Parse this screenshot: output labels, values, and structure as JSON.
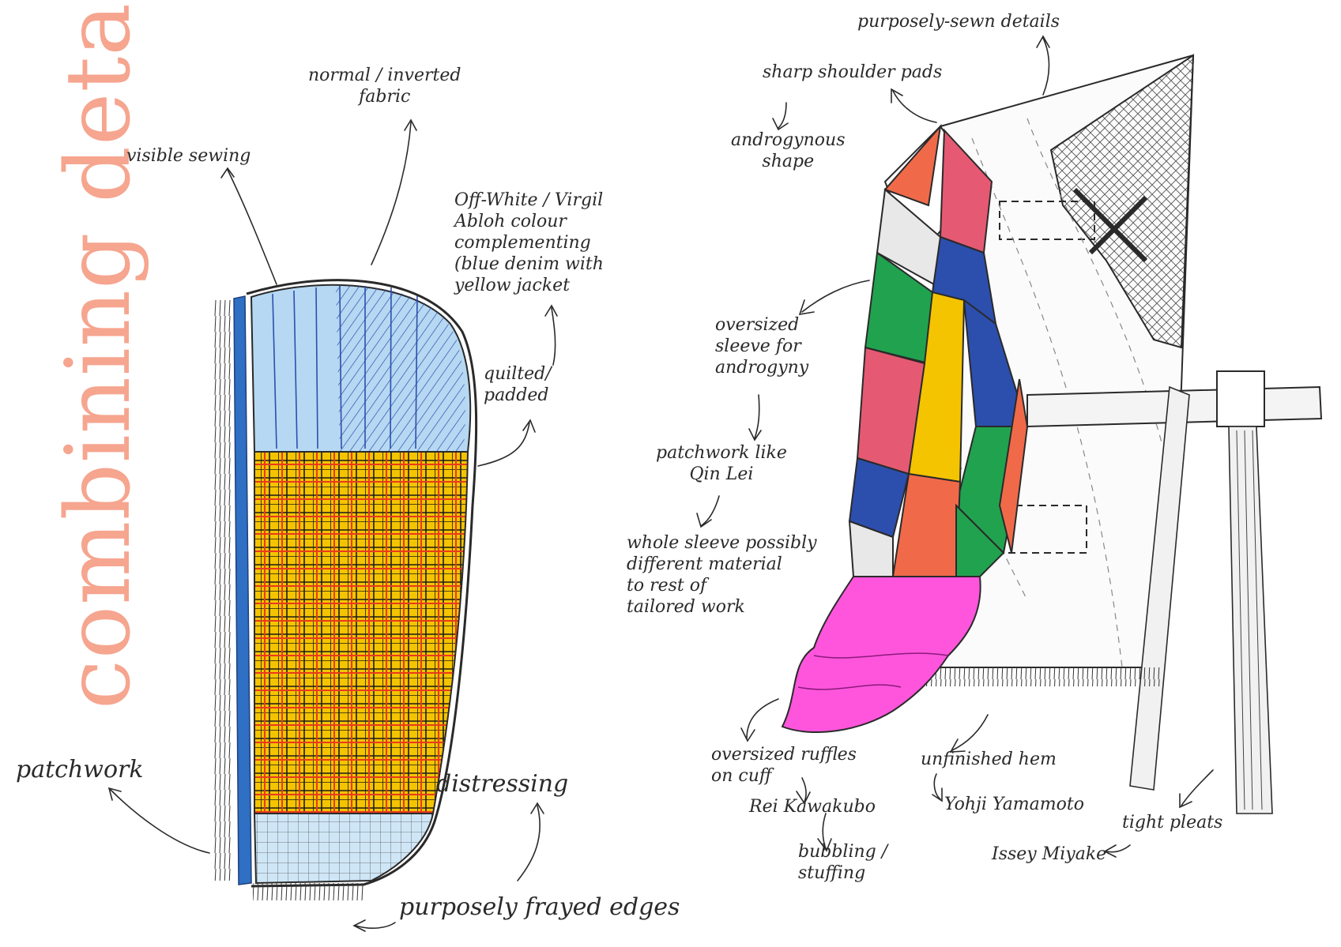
{
  "title": "combining details",
  "colors": {
    "title": "#f6a58f",
    "ink": "#2a2a2a",
    "light_blue": "#b6d8f2",
    "denim_blue": "#2c4fae",
    "yellow": "#f5c400",
    "red_check": "#e83b1c",
    "green": "#21a24f",
    "pink": "#ff55dd",
    "coral": "#f06a4a",
    "rose": "#e55a72"
  },
  "notes": {
    "visible_sewing": "visible sewing",
    "normal_inverted_fabric": "normal / inverted\nfabric",
    "off_white": "Off-White / Virgil\nAbloh colour\ncomplementing\n(blue denim with\nyellow jacket",
    "quilted_padded": "quilted/\npadded",
    "patchwork_left": "patchwork",
    "distressing": "distressing",
    "frayed_edges": "purposely frayed edges",
    "sewn_details": "purposely-sewn details",
    "shoulder_pads": "sharp shoulder pads",
    "androgynous_shape": "androgynous\nshape",
    "oversized_sleeve": "oversized\nsleeve for\nandrogyny",
    "patchwork_qin_lei": "patchwork like\nQin Lei",
    "whole_sleeve": "whole sleeve possibly\ndifferent material\nto rest of\ntailored work",
    "oversized_ruffles": "oversized ruffles\non cuff",
    "rei_kawakubo": "Rei Kawakubo",
    "bubbling_stuffing": "bubbling /\nstuffing",
    "unfinished_hem": "unfinished hem",
    "yohji": "Yohji Yamamoto",
    "tight_pleats": "tight pleats",
    "issey": "Issey Miyake"
  }
}
